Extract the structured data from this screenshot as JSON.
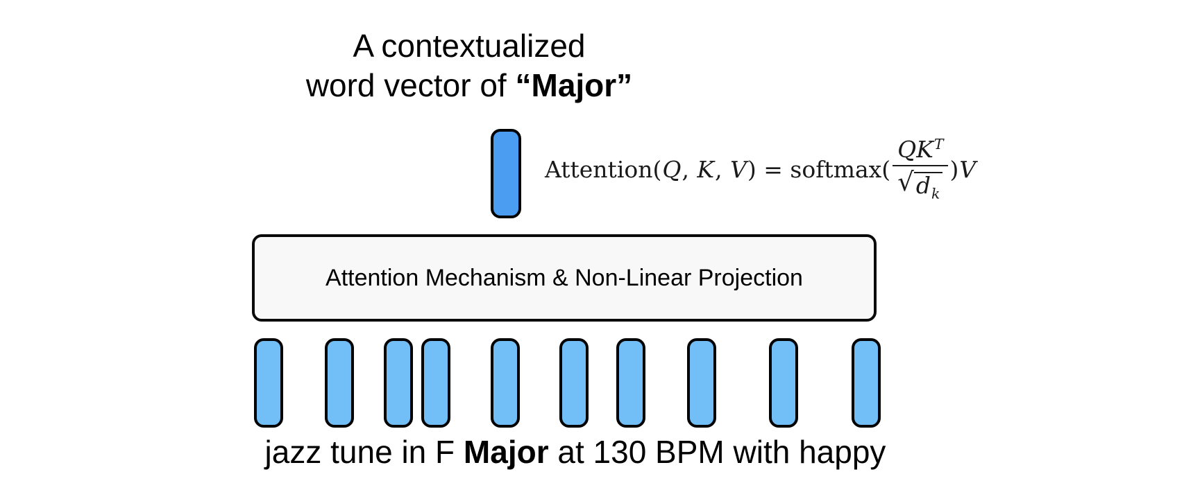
{
  "caption_top": {
    "line1": "A contextualized",
    "line2_prefix": "word vector of ",
    "line2_bold": "“Major”"
  },
  "formula": {
    "tokens": [
      {
        "t": "Attention("
      },
      {
        "t": "Q"
      },
      {
        "t": ", "
      },
      {
        "t": "K"
      },
      {
        "t": ", "
      },
      {
        "t": "V"
      },
      {
        "t": ") = softmax("
      }
    ],
    "frac": {
      "num_base": "QK",
      "num_sup": "T",
      "sqrt_sign": "√",
      "rad_base": "d",
      "rad_sub": "k"
    },
    "tail_paren": ")",
    "tail_var": "V"
  },
  "box": {
    "label": "Attention Mechanism & Non-Linear Projection"
  },
  "sentence": {
    "prefix": "jazz tune in F ",
    "bold": "Major",
    "suffix": " at 130 BPM with happy"
  },
  "vectors": {
    "count": 10
  },
  "colors": {
    "context_vector_fill": "#4a9df0",
    "word_vector_fill": "#72bef6",
    "box_fill": "#f8f8f8",
    "outline": "#000000",
    "text": "#000000"
  }
}
